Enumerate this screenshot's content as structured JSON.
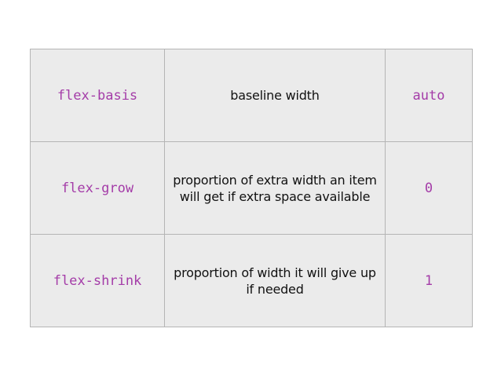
{
  "table": {
    "rows": [
      {
        "property": "flex-basis",
        "description": "baseline width",
        "default": "auto"
      },
      {
        "property": "flex-grow",
        "description": "proportion of extra width an item will get if extra space available",
        "default": "0"
      },
      {
        "property": "flex-shrink",
        "description": "proportion of width it will give up if needed",
        "default": "1"
      }
    ]
  },
  "colors": {
    "code_text": "#a43ca8",
    "cell_background": "#ebebeb",
    "border": "#b5b5b5"
  }
}
